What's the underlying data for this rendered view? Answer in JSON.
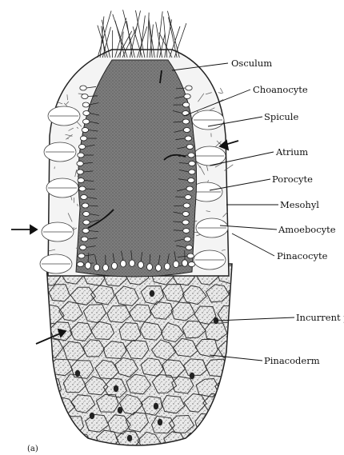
{
  "figure": {
    "sublabel": "(a)",
    "labels": [
      {
        "id": "osculum",
        "text": "Osculum"
      },
      {
        "id": "choanocyte",
        "text": "Choanocyte"
      },
      {
        "id": "spicule",
        "text": "Spicule"
      },
      {
        "id": "atrium",
        "text": "Atrium"
      },
      {
        "id": "porocyte",
        "text": "Porocyte"
      },
      {
        "id": "mesohyl",
        "text": "Mesohyl"
      },
      {
        "id": "amoebocyte",
        "text": "Amoebocyte"
      },
      {
        "id": "pinacocyte",
        "text": "Pinacocyte"
      },
      {
        "id": "incurrent-pore",
        "text": "Incurrent pore"
      },
      {
        "id": "pinacoderm",
        "text": "Pinacoderm"
      }
    ]
  }
}
